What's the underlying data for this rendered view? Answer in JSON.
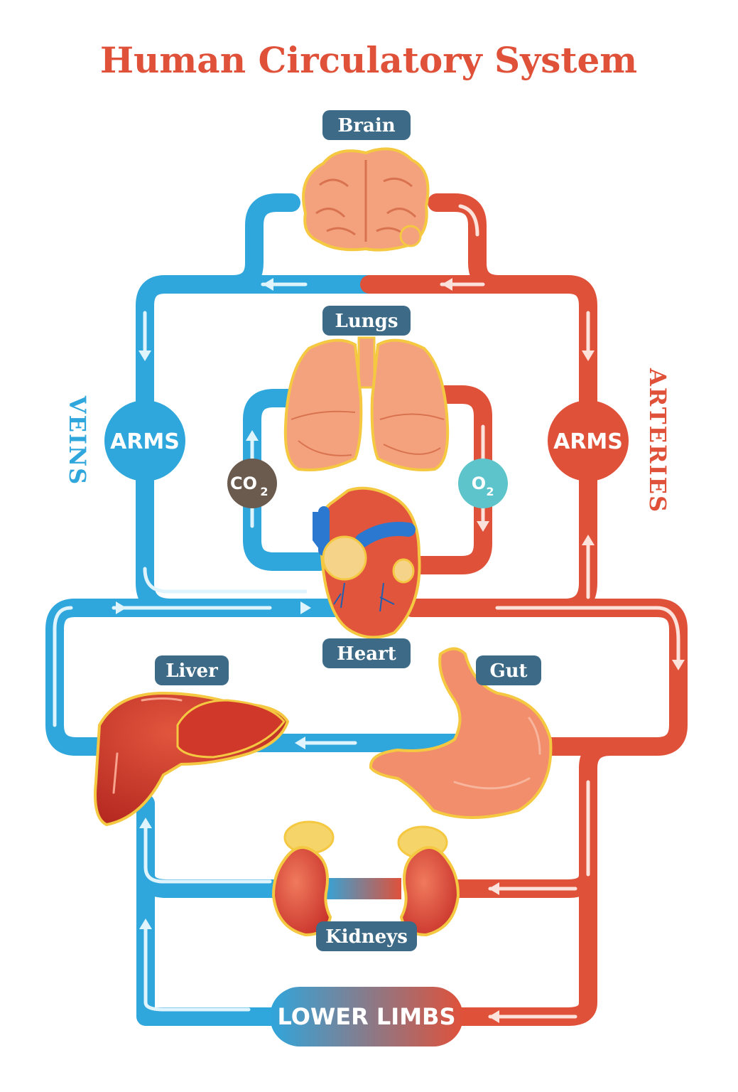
{
  "title": "Human Circulatory System",
  "side_labels": {
    "veins": "VEINS",
    "arteries": "ARTERIES"
  },
  "organs": {
    "brain": "Brain",
    "lungs": "Lungs",
    "heart": "Heart",
    "liver": "Liver",
    "gut": "Gut",
    "kidneys": "Kidneys"
  },
  "nodes": {
    "arms_left": "ARMS",
    "arms_right": "ARMS",
    "lower_limbs": "LOWER LIMBS"
  },
  "gases": {
    "co2": {
      "main": "CO",
      "sub": "2"
    },
    "o2": {
      "main": "O",
      "sub": "2"
    }
  },
  "colors": {
    "vein_blue": "#2fa6dc",
    "artery_red": "#e0513a",
    "tag_bg": "#3d6a86",
    "co2_circle": "#6b5b4e",
    "o2_circle": "#5ec4cc",
    "organ_outline": "#f5c842"
  }
}
